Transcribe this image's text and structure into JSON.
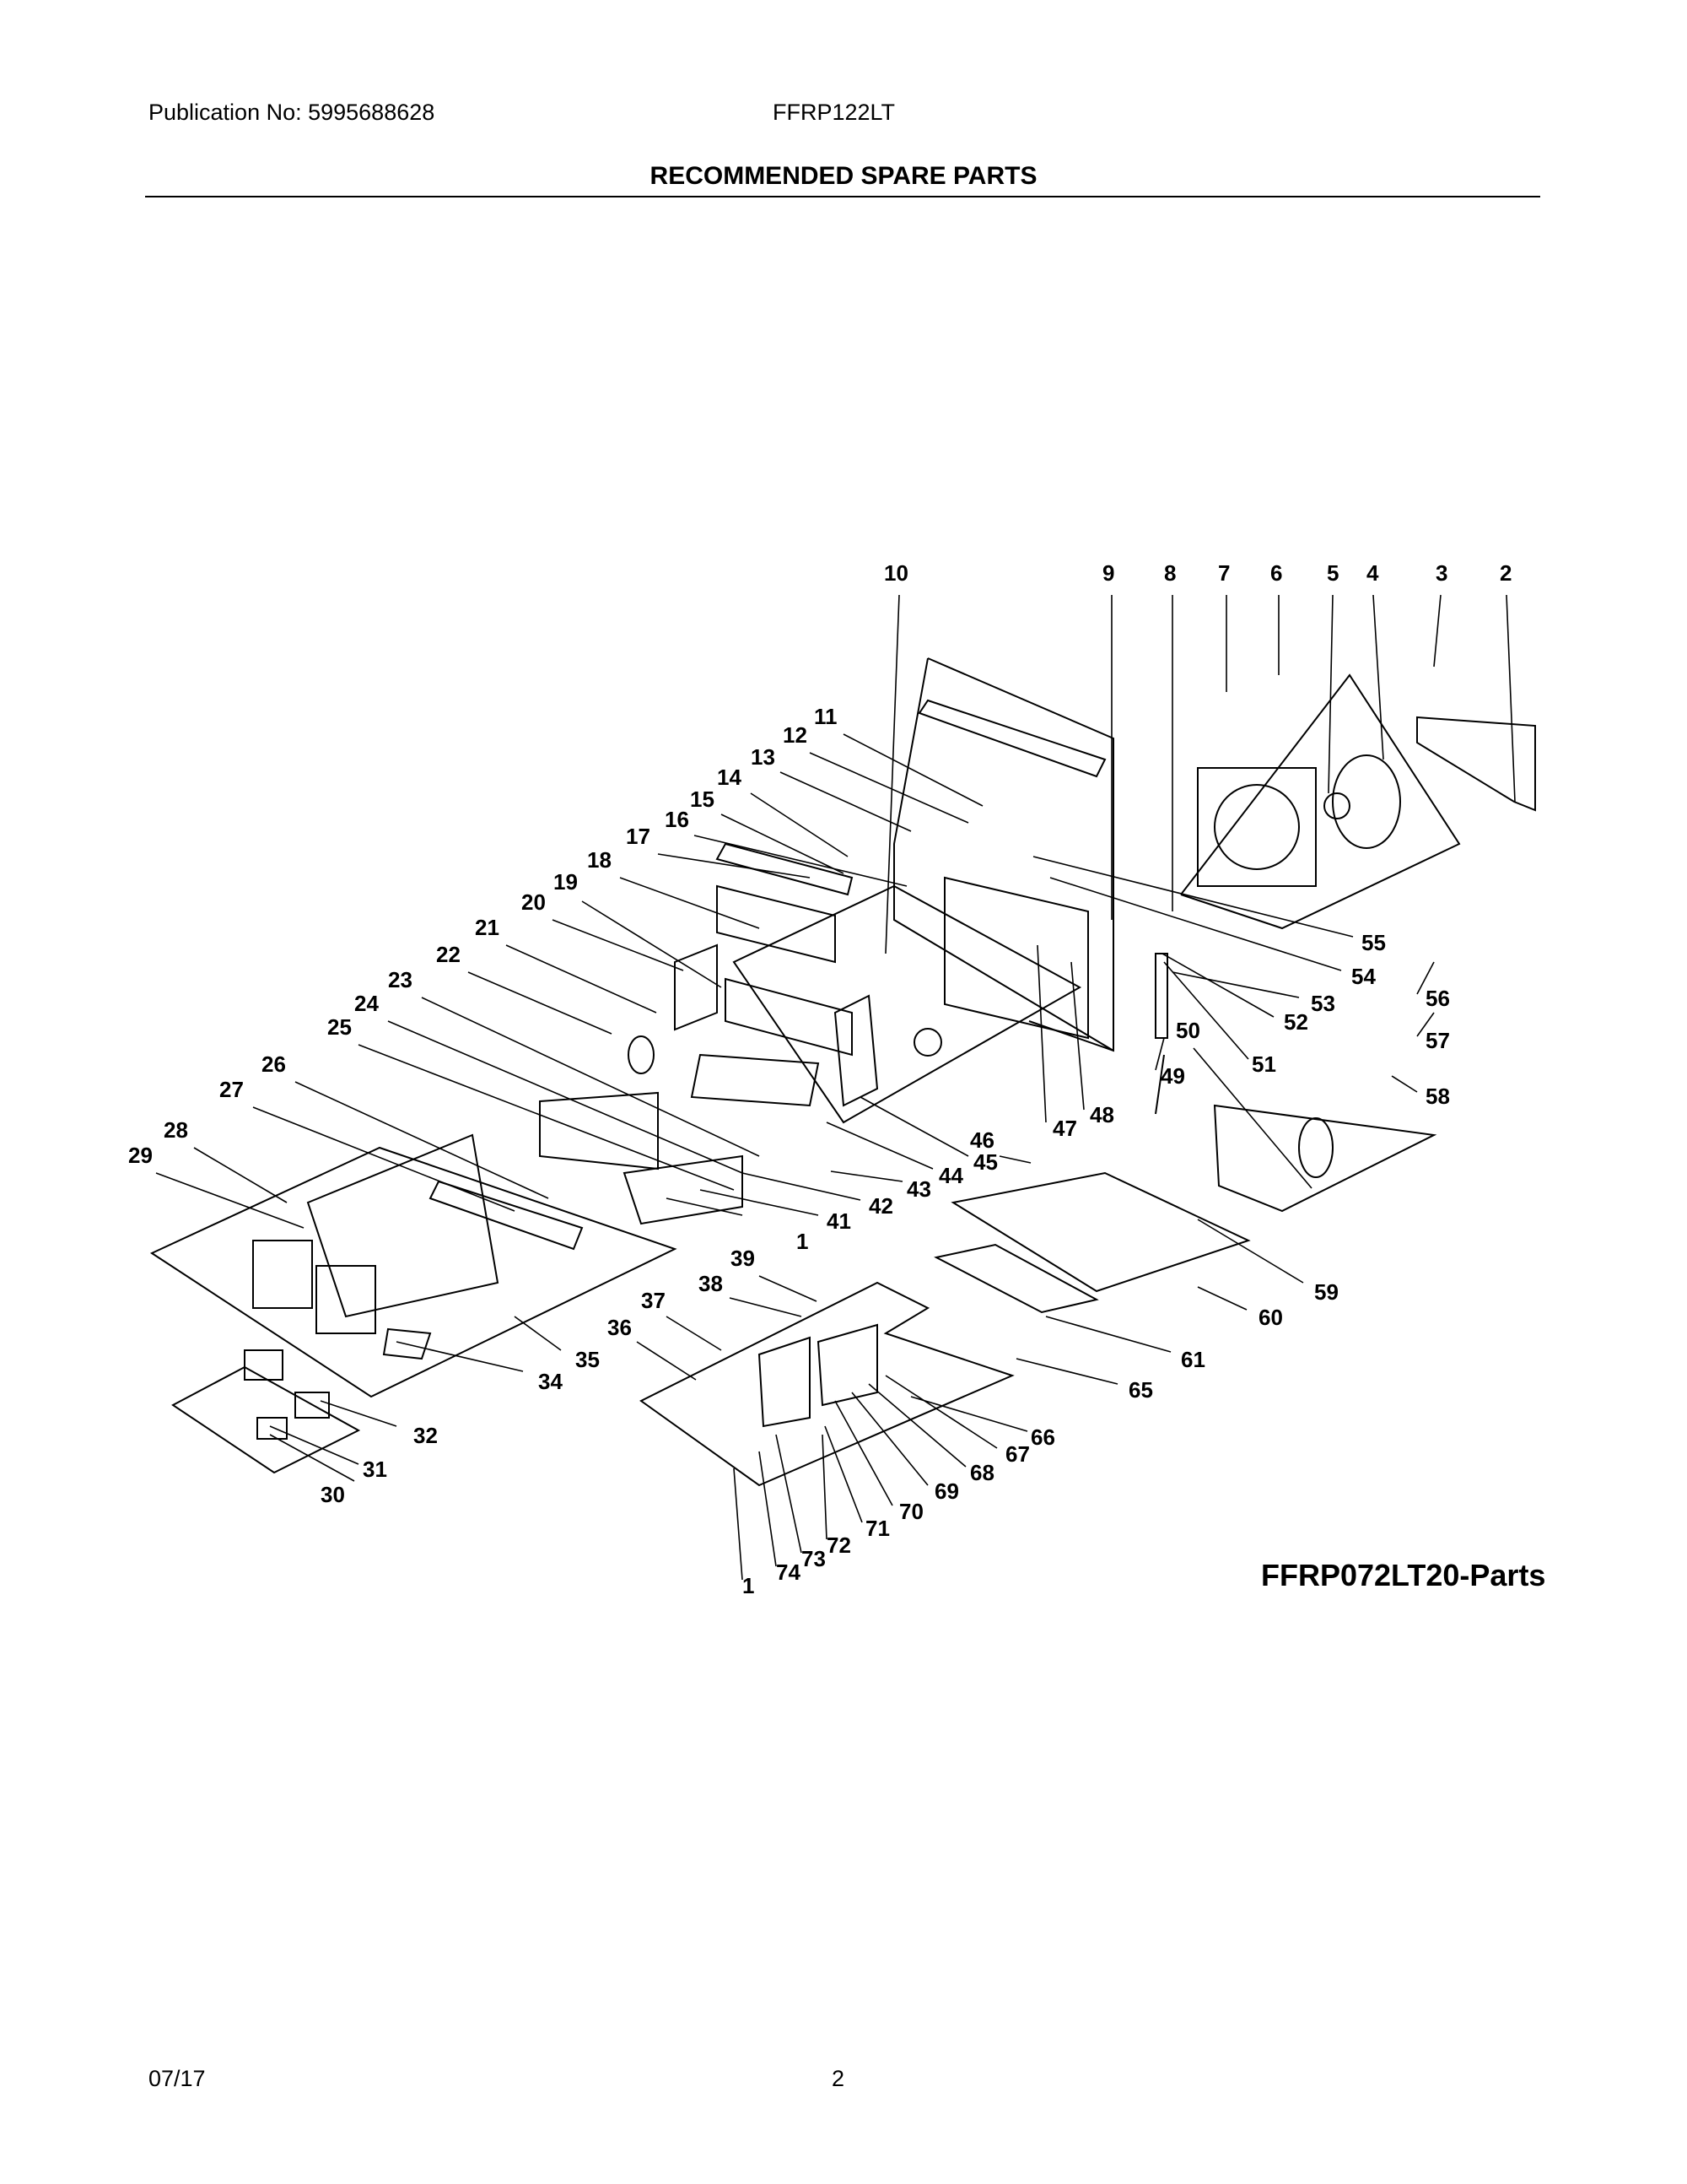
{
  "header": {
    "publication": "Publication No: 5995688628",
    "model": "FFRP122LT",
    "title": "RECOMMENDED SPARE PARTS"
  },
  "figure_label": "FFRP072LT20-Parts",
  "footer": {
    "date": "07/17",
    "page": "2"
  },
  "callouts": [
    "1",
    "2",
    "3",
    "4",
    "5",
    "6",
    "7",
    "8",
    "9",
    "10",
    "11",
    "12",
    "13",
    "14",
    "15",
    "16",
    "17",
    "18",
    "19",
    "20",
    "21",
    "22",
    "23",
    "24",
    "25",
    "26",
    "27",
    "28",
    "29",
    "30",
    "31",
    "32",
    "34",
    "35",
    "36",
    "37",
    "38",
    "39",
    "41",
    "42",
    "43",
    "44",
    "45",
    "46",
    "47",
    "48",
    "49",
    "50",
    "51",
    "52",
    "53",
    "54",
    "55",
    "56",
    "57",
    "58",
    "59",
    "60",
    "61",
    "65",
    "66",
    "67",
    "68",
    "69",
    "70",
    "71",
    "72",
    "73",
    "74",
    "1"
  ]
}
